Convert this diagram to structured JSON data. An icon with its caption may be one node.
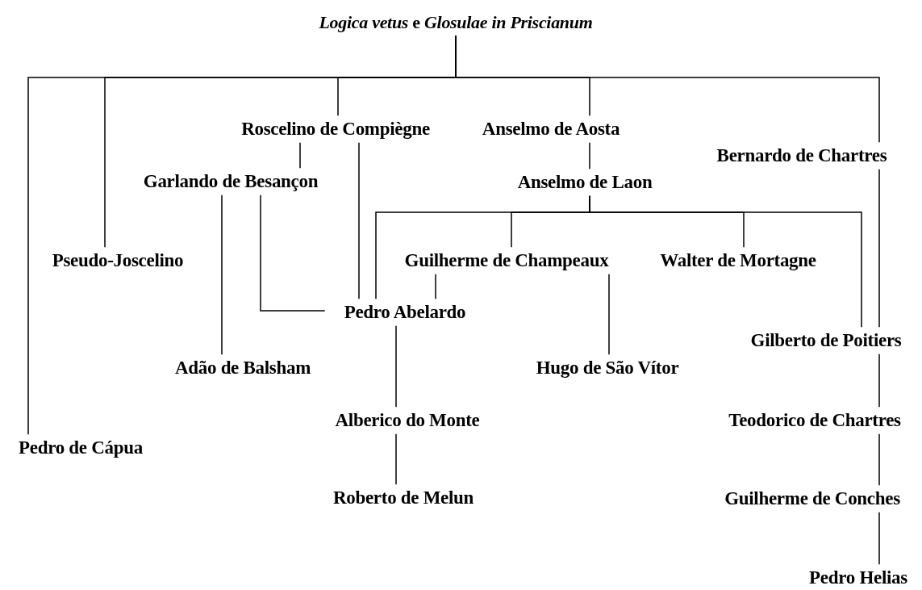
{
  "diagram": {
    "nodes": [
      {
        "text": [
          "*Logica vetus* e *Glosulae in Priscianum*"
        ]
      },
      {
        "text": [
          "Roscelino de Compiègne"
        ]
      },
      {
        "text": [
          "Anselmo de Aosta"
        ]
      },
      {
        "text": [
          "Bernardo de Chartres"
        ]
      },
      {
        "text": [
          "Garlando de Besançon"
        ]
      },
      {
        "text": [
          "Anselmo de Laon"
        ]
      },
      {
        "text": [
          "Pseudo-Joscelino"
        ]
      },
      {
        "text": [
          "Guilherme de Champeaux"
        ]
      },
      {
        "text": [
          "Walter de Mortagne"
        ]
      },
      {
        "text": [
          "Pedro Abelardo"
        ]
      },
      {
        "text": [
          "Gilberto de Poitiers"
        ]
      },
      {
        "text": [
          "Adão de Balsham"
        ]
      },
      {
        "text": [
          "Hugo de São Vítor"
        ]
      },
      {
        "text": [
          "Alberico do Monte"
        ]
      },
      {
        "text": [
          "Pedro de Cápua"
        ]
      },
      {
        "text": [
          "Teodorico de Chartres"
        ]
      },
      {
        "text": [
          "Roberto de Melun"
        ]
      },
      {
        "text": [
          "Guilherme de Conches"
        ]
      },
      {
        "text": [
          "Pedro Helias"
        ]
      }
    ],
    "edges": [
      {
        "from": 0,
        "to": 14,
        "arrow": "none"
      },
      {
        "from": 0,
        "to": 6,
        "arrow": "none"
      },
      {
        "from": 0,
        "to": 1,
        "arrow": "none"
      },
      {
        "from": 0,
        "to": 2,
        "arrow": "none"
      },
      {
        "from": 0,
        "to": 3,
        "arrow": "none"
      },
      {
        "from": 1,
        "to": 4,
        "arrow": "none"
      },
      {
        "from": 1,
        "to": 9,
        "arrow": "none"
      },
      {
        "from": 2,
        "to": 5,
        "arrow": "none"
      },
      {
        "from": 4,
        "to": 11,
        "arrow": "none"
      },
      {
        "from": 4,
        "to": 9,
        "arrow": "none"
      },
      {
        "from": 5,
        "to": 7,
        "arrow": "none"
      },
      {
        "from": 5,
        "to": 8,
        "arrow": "none"
      },
      {
        "from": 5,
        "to": 9,
        "arrow": "none"
      },
      {
        "from": 5,
        "to": 10,
        "arrow": "none"
      },
      {
        "from": 7,
        "to": 9,
        "arrow": "none"
      },
      {
        "from": 7,
        "to": 12,
        "arrow": "none"
      },
      {
        "from": 3,
        "to": 10,
        "arrow": "none"
      },
      {
        "from": 9,
        "to": 13,
        "arrow": "none"
      },
      {
        "from": 13,
        "to": 16,
        "arrow": "none"
      },
      {
        "from": 10,
        "to": 15,
        "arrow": "none"
      },
      {
        "from": 15,
        "to": 17,
        "arrow": "none"
      },
      {
        "from": 17,
        "to": 18,
        "arrow": "none"
      }
    ]
  }
}
